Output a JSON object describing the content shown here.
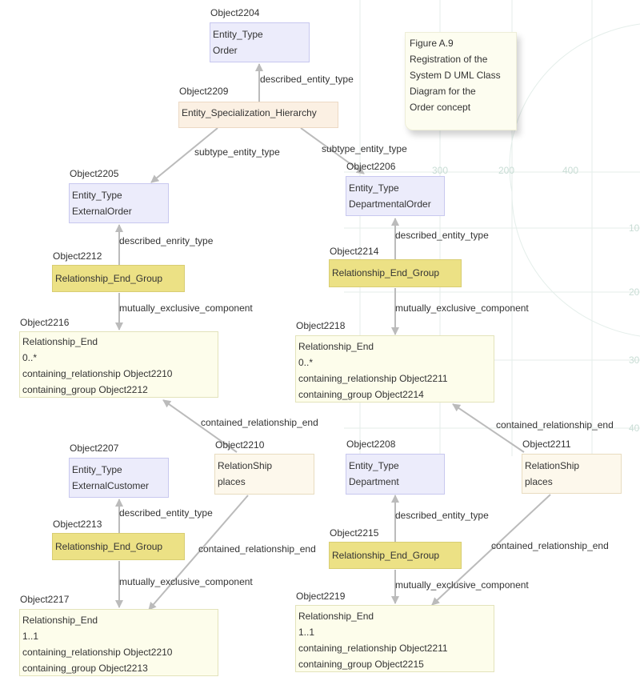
{
  "note": {
    "lines": [
      "Figure A.9",
      "Registration of the",
      "System D UML Class",
      "Diagram for the",
      "Order concept"
    ]
  },
  "nodes": {
    "o2204": {
      "id": "Object2204",
      "lines": [
        "Entity_Type",
        "Order"
      ]
    },
    "o2209": {
      "id": "Object2209",
      "lines": [
        "Entity_Specialization_Hierarchy"
      ]
    },
    "o2205": {
      "id": "Object2205",
      "lines": [
        "Entity_Type",
        "ExternalOrder"
      ]
    },
    "o2206": {
      "id": "Object2206",
      "lines": [
        "Entity_Type",
        "DepartmentalOrder"
      ]
    },
    "o2212": {
      "id": "Object2212",
      "lines": [
        "Relationship_End_Group"
      ]
    },
    "o2214": {
      "id": "Object2214",
      "lines": [
        "Relationship_End_Group"
      ]
    },
    "o2216": {
      "id": "Object2216",
      "lines": [
        "Relationship_End",
        "0..*",
        "containing_relationship Object2210",
        "containing_group Object2212"
      ]
    },
    "o2218": {
      "id": "Object2218",
      "lines": [
        "Relationship_End",
        "0..*",
        "containing_relationship Object2211",
        "containing_group Object2214"
      ]
    },
    "o2207": {
      "id": "Object2207",
      "lines": [
        "Entity_Type",
        "ExternalCustomer"
      ]
    },
    "o2210": {
      "id": "Object2210",
      "lines": [
        "RelationShip",
        "places"
      ]
    },
    "o2208": {
      "id": "Object2208",
      "lines": [
        "Entity_Type",
        "Department"
      ]
    },
    "o2211": {
      "id": "Object2211",
      "lines": [
        "RelationShip",
        "places"
      ]
    },
    "o2213": {
      "id": "Object2213",
      "lines": [
        "Relationship_End_Group"
      ]
    },
    "o2215": {
      "id": "Object2215",
      "lines": [
        "Relationship_End_Group"
      ]
    },
    "o2217": {
      "id": "Object2217",
      "lines": [
        "Relationship_End",
        "1..1",
        "containing_relationship Object2210",
        "containing_group Object2213"
      ]
    },
    "o2219": {
      "id": "Object2219",
      "lines": [
        "Relationship_End",
        "1..1",
        "containing_relationship Object2211",
        "containing_group Object2215"
      ]
    }
  },
  "edge_labels": {
    "e1": "described_entity_type",
    "e2": "subtype_entity_type",
    "e3": "subtype_entity_type",
    "e4": "described_enrity_type",
    "e5": "described_entity_type",
    "e6": "mutually_exclusive_component",
    "e7": "mutually_exclusive_component",
    "e8": "contained_relationship_end",
    "e9": "contained_relationship_end",
    "e10": "described_entity_type",
    "e11": "described_entity_type",
    "e12": "contained_relationship_end",
    "e13": "contained_relationship_end",
    "e14": "mutually_exclusive_component",
    "e15": "mutually_exclusive_component"
  },
  "background_ticks": [
    "300",
    "200",
    "400",
    "10",
    "20",
    "30",
    "40"
  ],
  "colors": {
    "entity_fill": "#ececfb",
    "specialization_fill": "#fbf0e3",
    "group_fill": "#ece185",
    "relationship_end_fill": "#fdfdeb",
    "relationship_fill": "#fdf8ec",
    "connector": "#bbbbbb"
  }
}
